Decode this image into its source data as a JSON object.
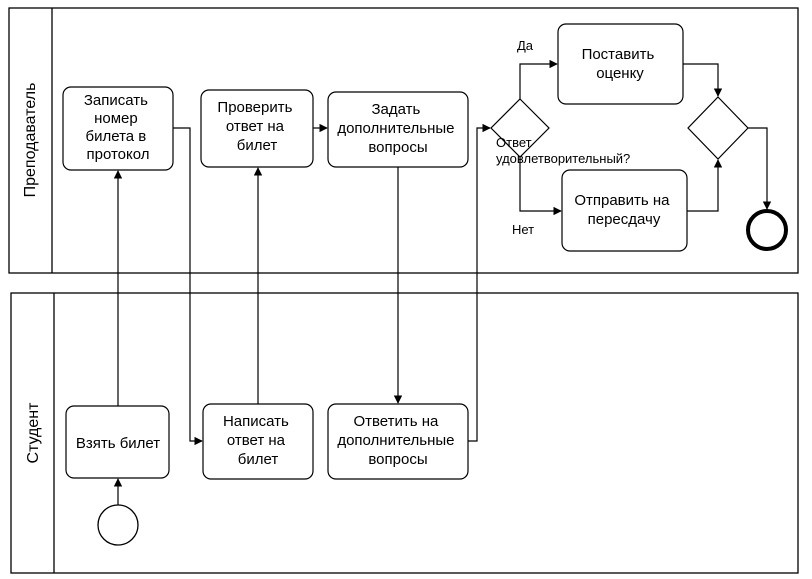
{
  "lanes": {
    "teacher": "Преподаватель",
    "student": "Студент"
  },
  "tasks": {
    "record": [
      "Записать",
      "номер",
      "билета в",
      "протокол"
    ],
    "check": [
      "Проверить",
      "ответ на",
      "билет"
    ],
    "ask": [
      "Задать",
      "дополнительные",
      "вопросы"
    ],
    "grade": [
      "Поставить",
      "оценку"
    ],
    "retake": [
      "Отправить на",
      "пересдачу"
    ],
    "take": [
      "Взять билет"
    ],
    "write": [
      "Написать",
      "ответ на",
      "билет"
    ],
    "answer": [
      "Ответить на",
      "дополнительные",
      "вопросы"
    ]
  },
  "gateway": {
    "question_line1": "Ответ",
    "question_line2": "удовлетворительный?",
    "yes": "Да",
    "no": "Нет"
  }
}
